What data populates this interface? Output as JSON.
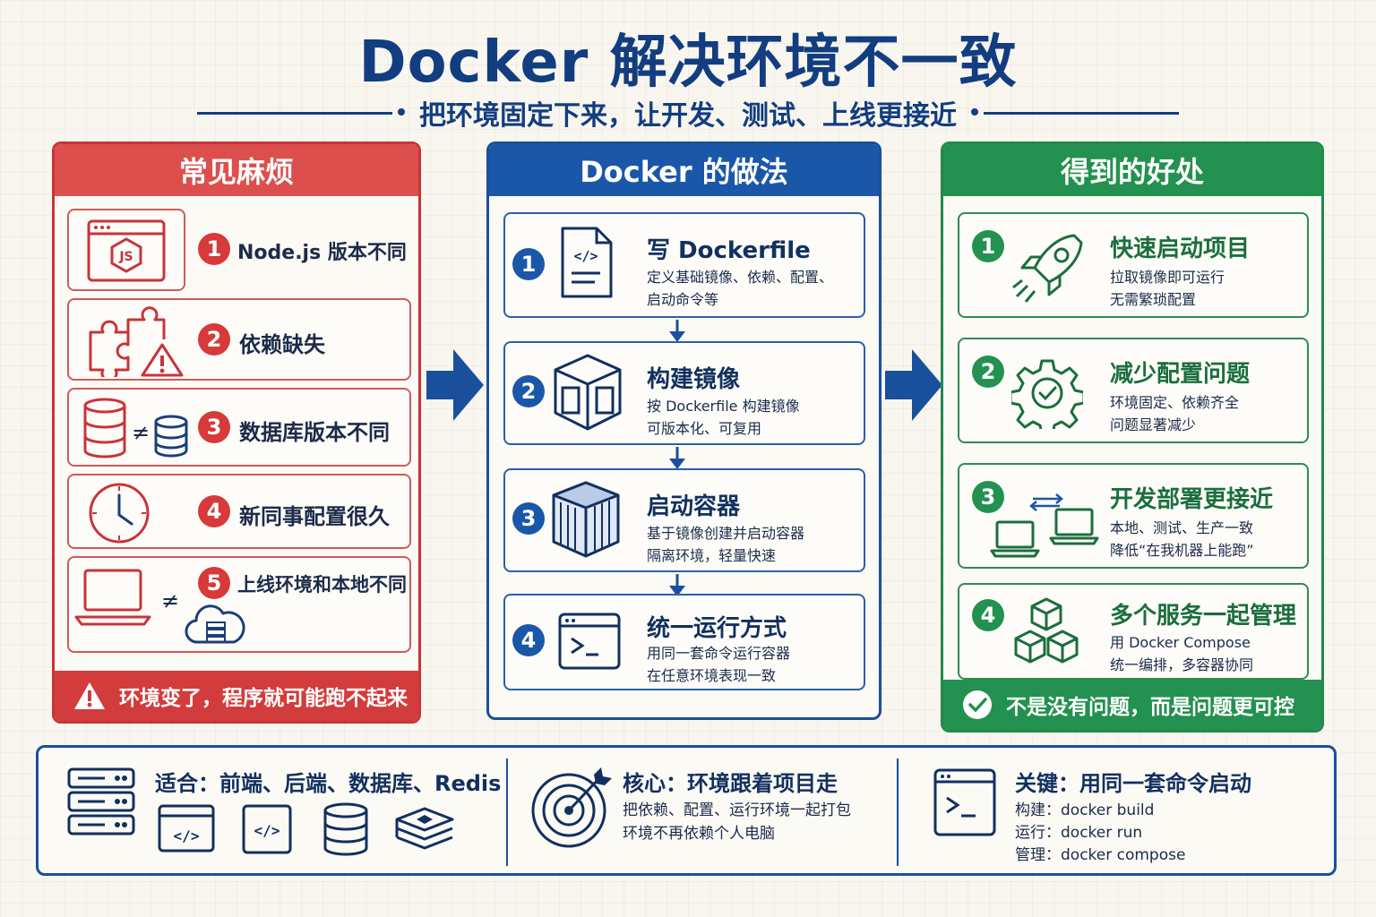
{
  "header": {
    "title": "Docker 解决环境不一致",
    "subtitle": "把环境固定下来，让开发、测试、上线更接近"
  },
  "problems": {
    "heading": "常见麻烦",
    "items": [
      {
        "num": "1",
        "label": "Node.js 版本不同",
        "icon": "js-window-icon"
      },
      {
        "num": "2",
        "label": "依赖缺失",
        "icon": "puzzle-warning-icon"
      },
      {
        "num": "3",
        "label": "数据库版本不同",
        "icon": "database-mismatch-icon"
      },
      {
        "num": "4",
        "label": "新同事配置很久",
        "icon": "clock-icon"
      },
      {
        "num": "5",
        "label": "上线环境和本地不同",
        "icon": "laptop-cloud-icon"
      }
    ],
    "warning": "环境变了，程序就可能跑不起来",
    "not_equal": "≠"
  },
  "approach": {
    "heading": "Docker 的做法",
    "steps": [
      {
        "num": "1",
        "title": "写 Dockerfile",
        "desc1": "定义基础镜像、依赖、配置、",
        "desc2": "启动命令等",
        "icon": "dockerfile-icon"
      },
      {
        "num": "2",
        "title": "构建镜像",
        "desc1": "按 Dockerfile 构建镜像",
        "desc2": "可版本化、可复用",
        "icon": "cube-icon"
      },
      {
        "num": "3",
        "title": "启动容器",
        "desc1": "基于镜像创建并启动容器",
        "desc2": "隔离环境，轻量快速",
        "icon": "container-icon"
      },
      {
        "num": "4",
        "title": "统一运行方式",
        "desc1": "用同一套命令运行容器",
        "desc2": "在任意环境表现一致",
        "icon": "terminal-icon"
      }
    ]
  },
  "benefits": {
    "heading": "得到的好处",
    "items": [
      {
        "num": "1",
        "title": "快速启动项目",
        "desc1": "拉取镜像即可运行",
        "desc2": "无需繁琐配置",
        "icon": "rocket-icon"
      },
      {
        "num": "2",
        "title": "减少配置问题",
        "desc1": "环境固定、依赖齐全",
        "desc2": "问题显著减少",
        "icon": "gear-check-icon"
      },
      {
        "num": "3",
        "title": "开发部署更接近",
        "desc1": "本地、测试、生产一致",
        "desc2": "降低“在我机器上能跑”",
        "icon": "laptops-sync-icon"
      },
      {
        "num": "4",
        "title": "多个服务一起管理",
        "desc1": "用 Docker Compose",
        "desc2": "统一编排，多容器协同",
        "icon": "boxes-icon"
      }
    ],
    "footer": "不是没有问题，而是问题更可控"
  },
  "bottom": {
    "fit": {
      "title": "适合：前端、后端、数据库、Redis"
    },
    "core": {
      "title": "核心：环境跟着项目走",
      "line1": "把依赖、配置、运行环境一起打包",
      "line2": "环境不再依赖个人电脑"
    },
    "key": {
      "title": "关键：用同一套命令启动",
      "line1": "构建：docker build",
      "line2": "运行：docker run",
      "line3": "管理：docker compose"
    }
  },
  "colors": {
    "red": "#d63a3a",
    "blue": "#1a57a8",
    "green": "#23914f",
    "navy": "#123d80"
  }
}
